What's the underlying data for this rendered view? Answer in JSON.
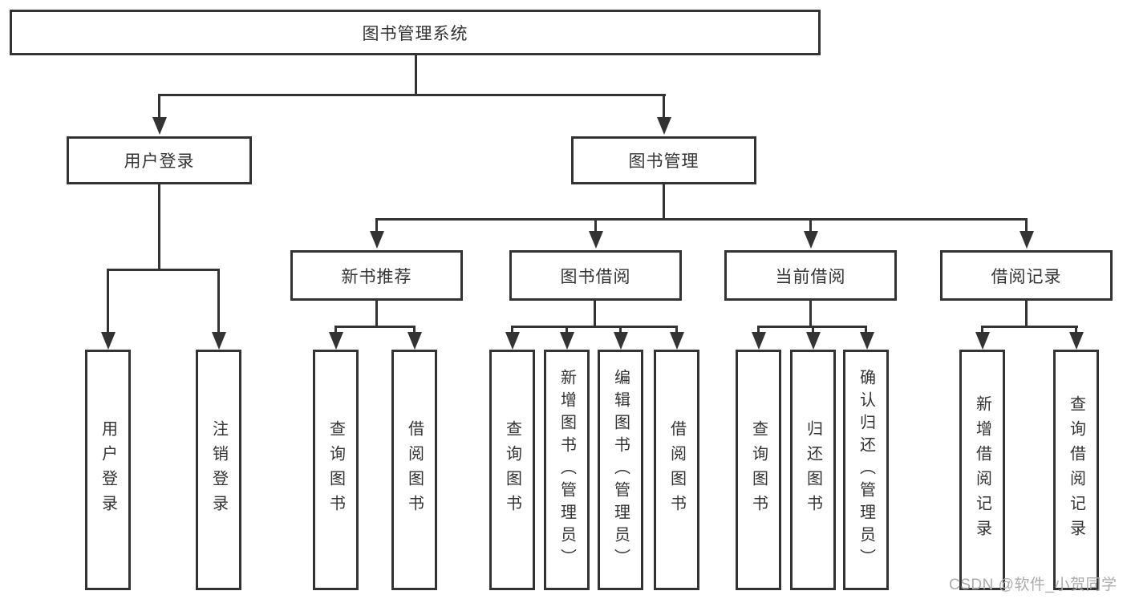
{
  "diagram": {
    "root": "图书管理系统",
    "level2": [
      "用户登录",
      "图书管理"
    ],
    "level3": [
      "新书推荐",
      "图书借阅",
      "当前借阅",
      "借阅记录"
    ],
    "leaves": {
      "login": [
        "用户登录",
        "注销登录"
      ],
      "newbook": [
        "查询图书",
        "借阅图书"
      ],
      "borrow": [
        "查询图书",
        "新增图书（管理员）",
        "编辑图书（管理员）",
        "借阅图书"
      ],
      "current": [
        "查询图书",
        "归还图书",
        "确认归还（管理员）"
      ],
      "record": [
        "新增借阅记录",
        "查询借阅记录"
      ]
    }
  },
  "watermark": "CSDN @软件_小贺同学",
  "colors": {
    "line": "#333333",
    "text": "#333333",
    "watermark": "#ababab",
    "background": "#ffffff"
  }
}
